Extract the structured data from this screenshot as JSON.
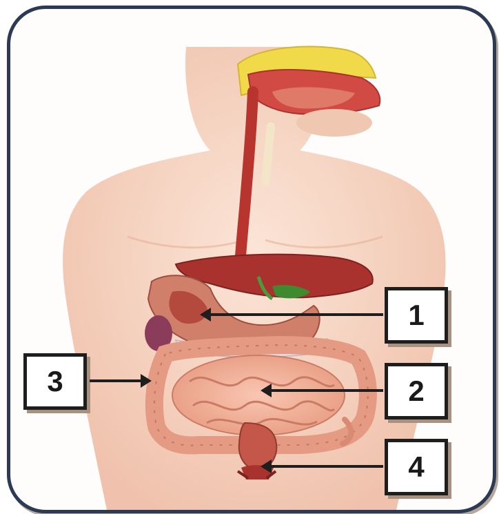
{
  "labels": [
    {
      "id": "1",
      "text": "1"
    },
    {
      "id": "2",
      "text": "2"
    },
    {
      "id": "3",
      "text": "3"
    },
    {
      "id": "4",
      "text": "4"
    }
  ],
  "colors": {
    "frame": "#2b3a55",
    "skin": "#f7d2bf",
    "esophagus": "#c9443f",
    "liver": "#a9322f",
    "intestine": "#f3b09a",
    "large_intestine": "#e59a84",
    "gallbladder": "#3f8a2f",
    "nasal": "#f1da4a"
  }
}
